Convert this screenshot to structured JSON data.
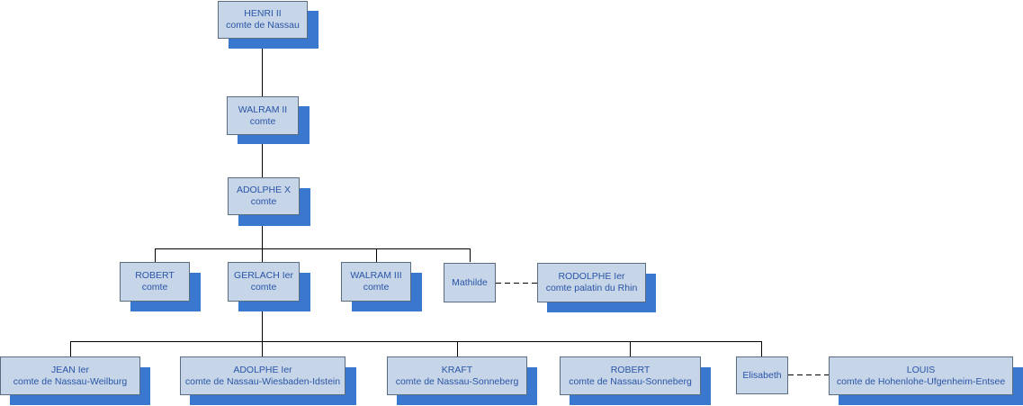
{
  "colors": {
    "box_fill": "#c6d5e7",
    "box_border": "#5a6c80",
    "shadow": "#3a78cf",
    "text": "#2a55a8",
    "line": "#000000"
  },
  "people": {
    "henri": {
      "name": "HENRI II",
      "title": "comte de Nassau"
    },
    "walram2": {
      "name": "WALRAM II",
      "title": "comte"
    },
    "adolphe": {
      "name": "ADOLPHE X",
      "title": "comte"
    },
    "robert": {
      "name": "ROBERT",
      "title": "comte"
    },
    "gerlach": {
      "name": "GERLACH Ier",
      "title": "comte"
    },
    "walram3": {
      "name": "WALRAM III",
      "title": "comte"
    },
    "mathilde": {
      "name": "Mathilde"
    },
    "rodolphe": {
      "name": "RODOLPHE Ier",
      "title": "comte palatin du Rhin"
    },
    "jean": {
      "name": "JEAN Ier",
      "title": "comte de Nassau-Weilburg"
    },
    "adolphe1": {
      "name": "ADOLPHE Ier",
      "title": "comte de Nassau-Wiesbaden-Idstein"
    },
    "kraft": {
      "name": "KRAFT",
      "title": "comte de Nassau-Sonneberg"
    },
    "robert2": {
      "name": "ROBERT",
      "title": "comte de Nassau-Sonneberg"
    },
    "elisabeth": {
      "name": "Elisabeth"
    },
    "louis": {
      "name": "LOUIS",
      "title": "comte de Hohenlohe-Ufgenheim-Entsee"
    }
  }
}
